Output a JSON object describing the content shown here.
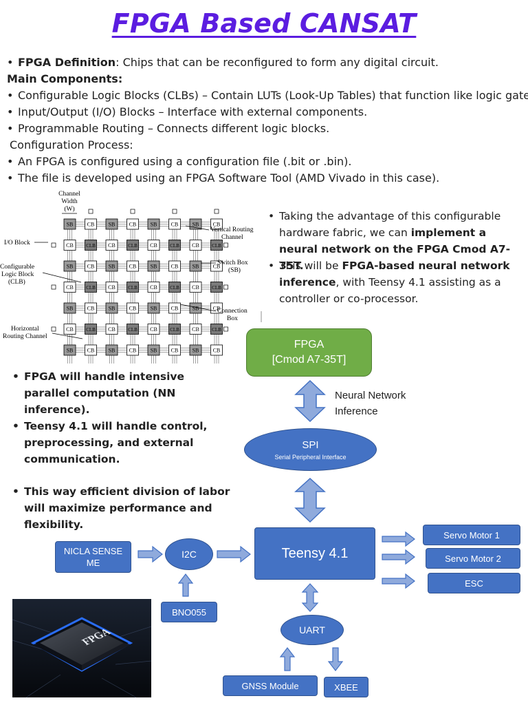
{
  "title": "FPGA Based CANSAT",
  "intro": {
    "definition_term": "FPGA Definition",
    "definition_text": ": Chips that can be reconfigured to form any digital circuit.",
    "main_components_heading": "Main Components:",
    "components": [
      "Configurable Logic Blocks (CLBs) – Contain LUTs (Look-Up Tables) that function like logic gates.",
      "Input/Output (I/O) Blocks – Interface with external components.",
      "Programmable Routing – Connects different logic blocks."
    ],
    "config_heading": "Configuration Process:",
    "config_items": [
      "An FPGA is configured using a configuration file (.bit or .bin).",
      "The file is developed using an FPGA Software Tool (AMD Vivado in this case)."
    ]
  },
  "fabric_diagram": {
    "channel_width_label": "Channel",
    "channel_width_label2": "Width",
    "channel_width_label3": "(W)",
    "io_block": "I/O Block",
    "clb_label1": "Configurable",
    "clb_label2": "Logic Block",
    "clb_label3": "(CLB)",
    "horizontal_label1": "Horizontal",
    "horizontal_label2": "Routing Channel",
    "vertical_label1": "Vertical Routing",
    "vertical_label2": "Channel",
    "switch_box1": "Switch Box",
    "switch_box2": "(SB)",
    "connection_box1": "Connection",
    "connection_box2": "Box",
    "sb": "SB",
    "cb": "CB",
    "clb": "CLB"
  },
  "right_points": {
    "p1_a": "Taking the advantage of this configurable hardware fabric, we can ",
    "p1_b": "implement a neural network on the FPGA Cmod A7-35T.",
    "p2_a": "This will be ",
    "p2_b": "FPGA-based neural network inference",
    "p2_c": ", with Teensy 4.1 assisting as a controller or co-processor."
  },
  "left_points": [
    "FPGA will handle intensive parallel computation (NN inference).",
    "Teensy 4.1 will handle control, preprocessing, and external communication.",
    "This way efficient division of labor will maximize performance and flexibility."
  ],
  "block_diagram": {
    "fpga_line1": "FPGA",
    "fpga_line2": "[Cmod A7-35T]",
    "nn_line1": "Neural Network",
    "nn_line2": "Inference",
    "spi": "SPI",
    "spi_sub": "Serial Peripheral Interface",
    "teensy": "Teensy 4.1",
    "nicla": "NICLA SENSE ME",
    "i2c": "I2C",
    "bno": "BNO055",
    "uart": "UART",
    "gnss": "GNSS Module",
    "xbee": "XBEE",
    "servo1": "Servo Motor 1",
    "servo2": "Servo Motor 2",
    "esc": "ESC"
  },
  "chip_photo": {
    "label": "FPGA"
  },
  "colors": {
    "title": "#5b1de0",
    "box_blue": "#4472c4",
    "fpga_green": "#70ad47",
    "arrow_fill": "#8faadc",
    "arrow_stroke": "#4472c4"
  }
}
